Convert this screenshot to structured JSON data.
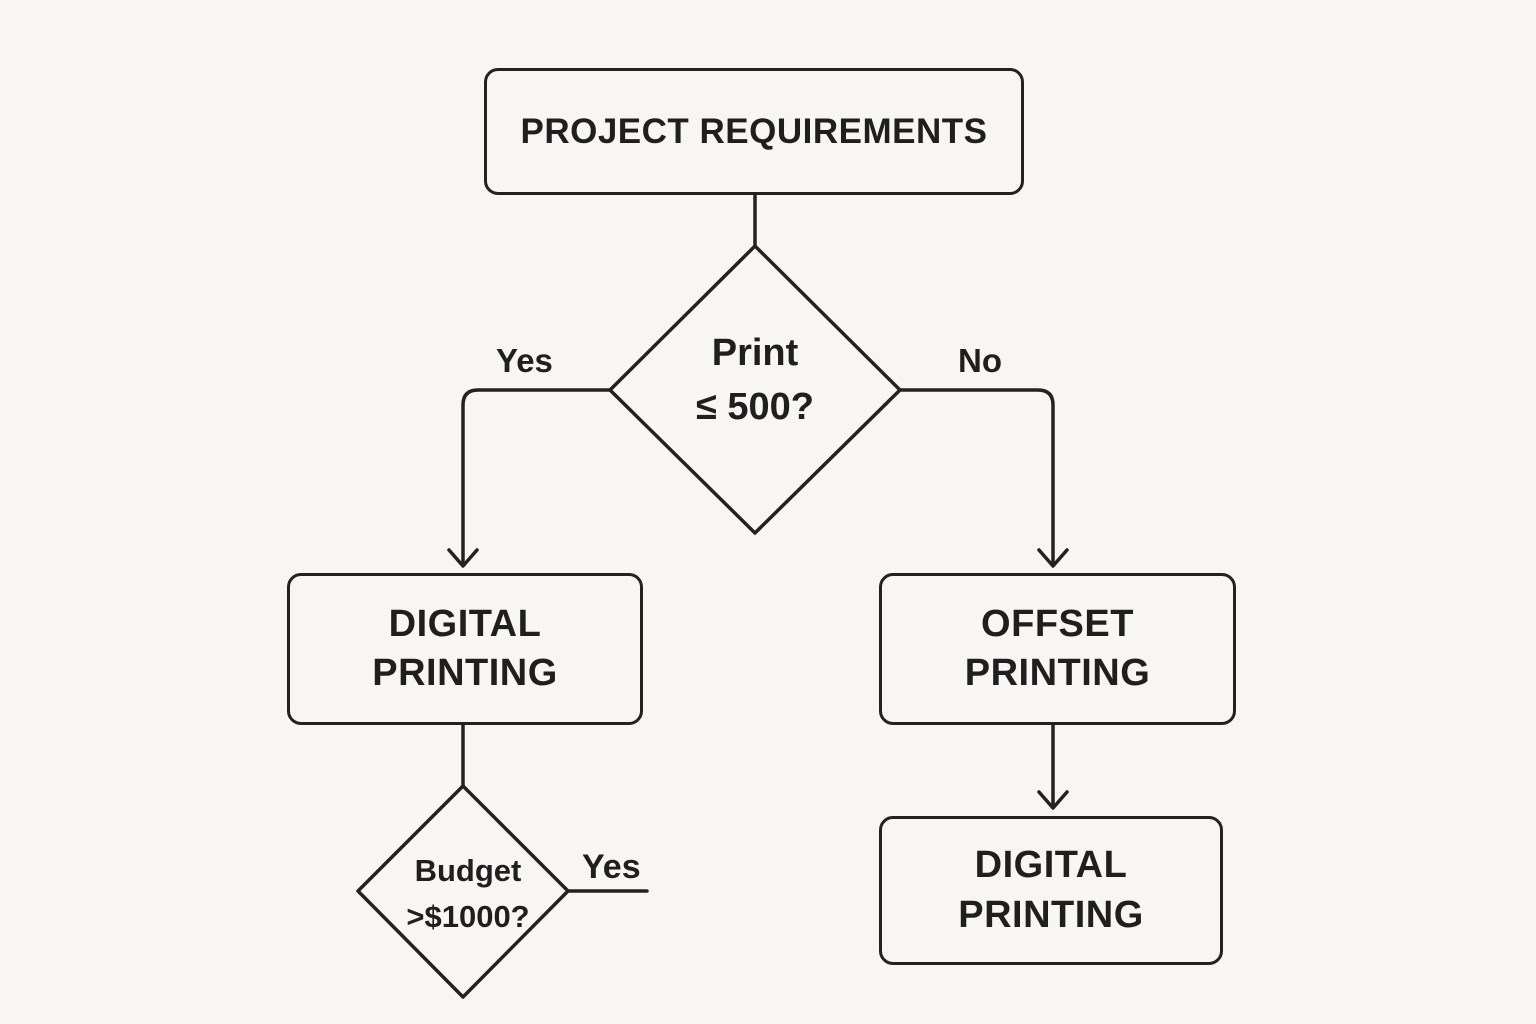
{
  "diagram": {
    "start": {
      "label": "PROJECT REQUIREMENTS"
    },
    "decision_quantity": {
      "line1": "Print",
      "line2": "≤ 500?"
    },
    "branch_yes": "Yes",
    "branch_no": "No",
    "digital_printing_1": {
      "line1": "DIGITAL",
      "line2": "PRINTING"
    },
    "offset_printing": {
      "line1": "OFFSET",
      "line2": "PRINTING"
    },
    "digital_printing_2": {
      "line1": "DIGITAL",
      "line2": "PRINTING"
    },
    "decision_budget": {
      "line1": "Budget",
      "line2": ">$1000?"
    },
    "budget_yes": "Yes"
  },
  "colors": {
    "background": "#f8f6f2",
    "stroke": "#222222",
    "text": "#1f1f1f"
  }
}
